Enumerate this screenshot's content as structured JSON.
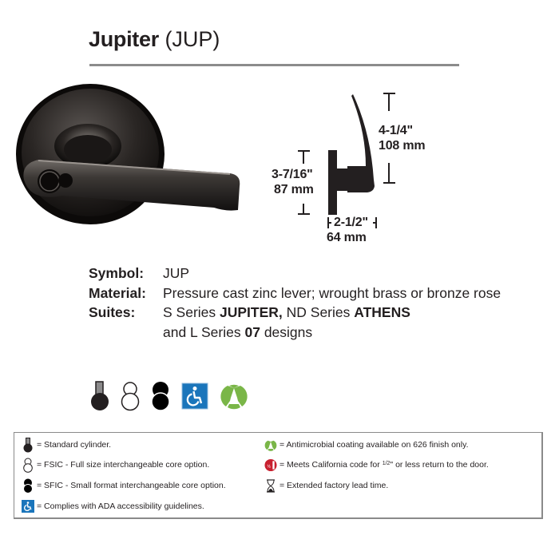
{
  "header": {
    "name": "Jupiter",
    "code": "(JUP)"
  },
  "product_image": {
    "description": "Jupiter lever lockset, oil-rubbed dark bronze finish, with keyed cylinder"
  },
  "dimensions": {
    "lever_length_in": "4-1/4\"",
    "lever_length_mm": "108 mm",
    "rose_diameter_in": "3-7/16\"",
    "rose_diameter_mm": "87 mm",
    "projection_in": "2-1/2\"",
    "projection_mm": "64 mm"
  },
  "specs": {
    "symbol_label": "Symbol:",
    "symbol_value": "JUP",
    "material_label": "Material:",
    "material_value": "Pressure cast zinc lever; wrought brass or bronze rose",
    "suites_label": "Suites:",
    "suites_line1_a": "S Series ",
    "suites_line1_b": "JUPITER,",
    "suites_line1_c": " ND Series ",
    "suites_line1_d": "ATHENS",
    "suites_line2_a": "and L Series ",
    "suites_line2_b": "07",
    "suites_line2_c": " designs"
  },
  "feature_icons": [
    {
      "icon": "standard-cylinder-icon"
    },
    {
      "icon": "fsic-icon"
    },
    {
      "icon": "sfic-icon"
    },
    {
      "icon": "ada-icon",
      "color": "#1a75bb"
    },
    {
      "icon": "antimicrobial-icon",
      "color": "#7ab648"
    }
  ],
  "legend": {
    "items": [
      {
        "icon": "standard-cylinder-icon",
        "text": "= Standard cylinder."
      },
      {
        "icon": "fsic-icon",
        "text": "= FSIC - Full size interchangeable core option."
      },
      {
        "icon": "sfic-icon",
        "text": "= SFIC - Small format interchangeable core option."
      },
      {
        "icon": "ada-icon",
        "text": "= Complies with ADA accessibility guidelines."
      },
      {
        "icon": "antimicrobial-icon",
        "text": "= Antimicrobial coating available on 626 finish only."
      },
      {
        "icon": "california-code-icon",
        "text_a": "= Meets California code for ",
        "frac": "1/2",
        "text_b": "\" or less return to the door."
      },
      {
        "icon": "hourglass-icon",
        "text": "= Extended factory lead time."
      }
    ]
  },
  "colors": {
    "text": "#231f20",
    "rule": "#8c8c8c",
    "ada_blue": "#1a75bb",
    "antimicrobial_green": "#7ab648",
    "california_red": "#c8202f"
  }
}
